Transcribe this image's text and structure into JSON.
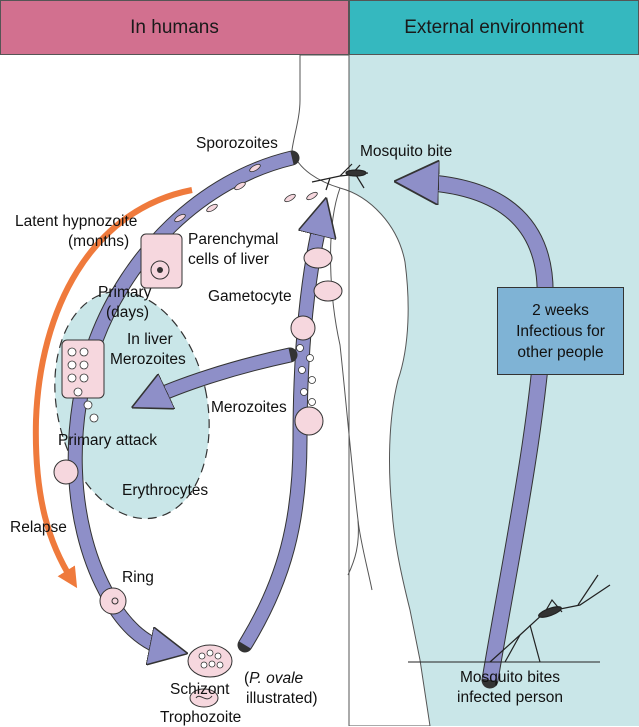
{
  "header": {
    "left_label": "In humans",
    "right_label": "External environment",
    "left_color": "#d2708f",
    "right_color": "#35b8bf"
  },
  "colors": {
    "environment_bg": "#c9e6e8",
    "cycle_arrow": "#8e8fc8",
    "relapse_arrow": "#ef7a3c",
    "liver_region": "#c9e6e8",
    "cell_pink": "#f6d7de",
    "box_blue": "#7fb3d5"
  },
  "labels": {
    "sporozoites": "Sporozoites",
    "mosquito_bite": "Mosquito bite",
    "latent_hypnozoite": "Latent hypnozoite",
    "months": "(months)",
    "parenchymal_1": "Parenchymal",
    "parenchymal_2": "cells of liver",
    "primary": "Primary",
    "days": "(days)",
    "gametocyte": "Gametocyte",
    "in_liver": "In liver",
    "merozoites_liver": "Merozoites",
    "merozoites_blood": "Merozoites",
    "primary_attack": "Primary attack",
    "erythrocytes": "Erythrocytes",
    "relapse": "Relapse",
    "ring": "Ring",
    "schizont": "Schizont",
    "trophozoite": "Trophozoite",
    "p_ovale_paren": "(",
    "p_ovale_species": "P. ovale",
    "illustrated": "illustrated)",
    "mosquito_bites_1": "Mosquito bites",
    "mosquito_bites_2": "infected person"
  },
  "weeks_box": {
    "line1": "2 weeks",
    "line2": "Infectious for",
    "line3": "other people"
  }
}
